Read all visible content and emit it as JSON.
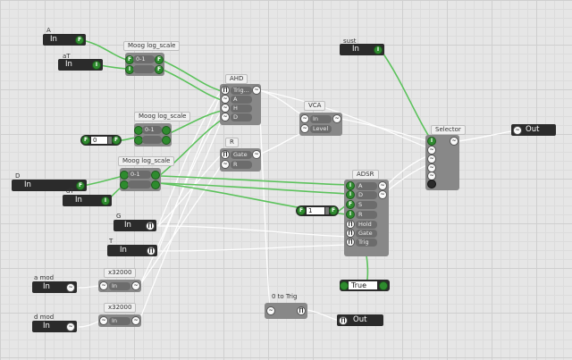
{
  "inputs": {
    "a": {
      "label": "A",
      "field": "In",
      "node": "F"
    },
    "at": {
      "label": "aT",
      "field": "In",
      "node": "I"
    },
    "d": {
      "label": "D",
      "field": "In",
      "node": "F"
    },
    "dt": {
      "label": "dT",
      "field": "In",
      "node": "I"
    },
    "g": {
      "label": "G",
      "field": "In"
    },
    "t": {
      "label": "T",
      "field": "In"
    },
    "amod": {
      "label": "a mod",
      "field": "In"
    },
    "dmod": {
      "label": "d mod",
      "field": "In"
    },
    "sust": {
      "label": "sust",
      "field": "In",
      "node": "I"
    }
  },
  "numbers": {
    "n0": {
      "value": "0",
      "node": "F"
    },
    "n1": {
      "value": "1",
      "node": "F"
    }
  },
  "toggle": {
    "value": "True"
  },
  "modules": {
    "moog1": {
      "title": "Moog log_scale",
      "row1": "0-1",
      "out": "F",
      "in1": "F",
      "in2": "I"
    },
    "moog2": {
      "title": "Moog log_scale",
      "row1": "0-1"
    },
    "moog3": {
      "title": "Moog log_scale",
      "row1": "0-1"
    },
    "ahd": {
      "title": "AHD",
      "rows": [
        "Trig...",
        "A",
        "H",
        "D"
      ]
    },
    "r": {
      "title": "R",
      "rows": [
        "Gate",
        "R"
      ]
    },
    "vca": {
      "title": "VCA",
      "rows": [
        "In",
        "Level"
      ]
    },
    "adsr": {
      "title": "ADSR",
      "rows": [
        "A",
        "D",
        "S",
        "R",
        "Hold",
        "Gate",
        "Trig"
      ]
    },
    "selector": {
      "title": "Selector"
    },
    "x1": {
      "title": "x32000",
      "row": "In"
    },
    "x2": {
      "title": "x32000",
      "row": "In"
    },
    "trig": {
      "title": "0 to Trig"
    }
  },
  "outputs": {
    "out1": {
      "label": "Out"
    },
    "out2": {
      "label": "Out"
    }
  },
  "colors": {
    "green_wire": "#5cc25c",
    "white_wire": "#ffffff",
    "bg": "#e6e6e6",
    "module": "#888888"
  },
  "icons": {
    "signal": "~",
    "trigger": "∏"
  }
}
